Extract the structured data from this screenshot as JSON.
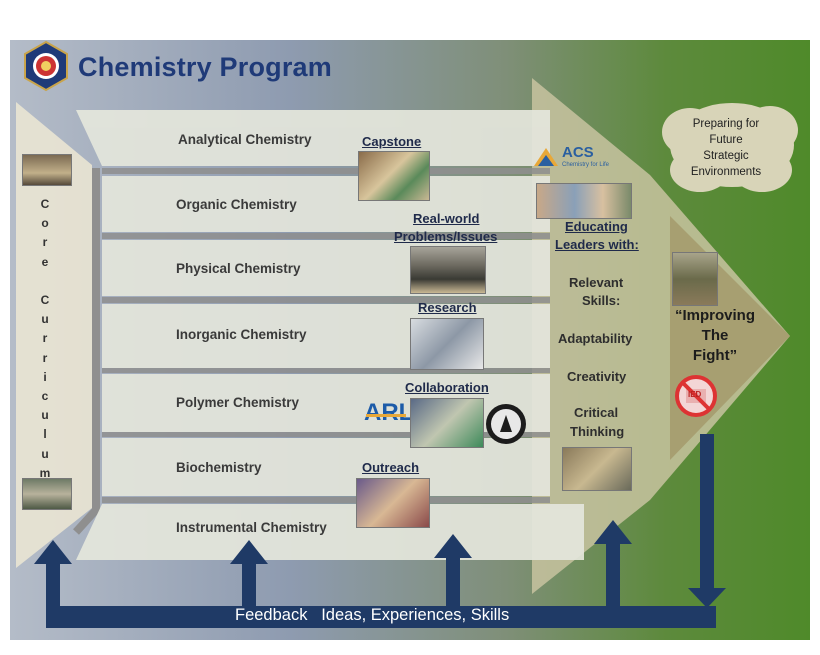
{
  "title": "Chemistry Program",
  "core_curriculum_letters": [
    "C",
    "o",
    "r",
    "e",
    "",
    "C",
    "u",
    "r",
    "r",
    "i",
    "c",
    "u",
    "l",
    "u",
    "m"
  ],
  "courses": [
    "Analytical Chemistry",
    "Organic Chemistry",
    "Physical Chemistry",
    "Inorganic Chemistry",
    "Polymer Chemistry",
    "Biochemistry",
    "Instrumental Chemistry"
  ],
  "sections": {
    "capstone": "Capstone",
    "realworld_line1": "Real-world",
    "realworld_line2": "Problems/Issues",
    "research": "Research",
    "collaboration": "Collaboration",
    "outreach": "Outreach"
  },
  "logos": {
    "acs": "ACS",
    "acs_tagline": "Chemistry for Life",
    "arl": "ARL",
    "ied": "IED"
  },
  "leaders": {
    "line1": "Educating",
    "line2": "Leaders with:",
    "skills1": "Relevant",
    "skills2": "Skills:",
    "adaptability": "Adaptability",
    "creativity": "Creativity",
    "critical1": "Critical",
    "critical2": "Thinking"
  },
  "cloud": [
    "Preparing for",
    "Future",
    "Strategic",
    "Environments"
  ],
  "fight": [
    "“Improving",
    "The",
    "Fight”"
  ],
  "feedback": "Feedback   Ideas, Experiences, Skills",
  "colors": {
    "title": "#1f3a78",
    "arrow_dark": "#1f3a66",
    "band_light": "#e4e6dc",
    "chevron_tan": "#c8c3a0",
    "cloud": "#d8d4b8"
  }
}
